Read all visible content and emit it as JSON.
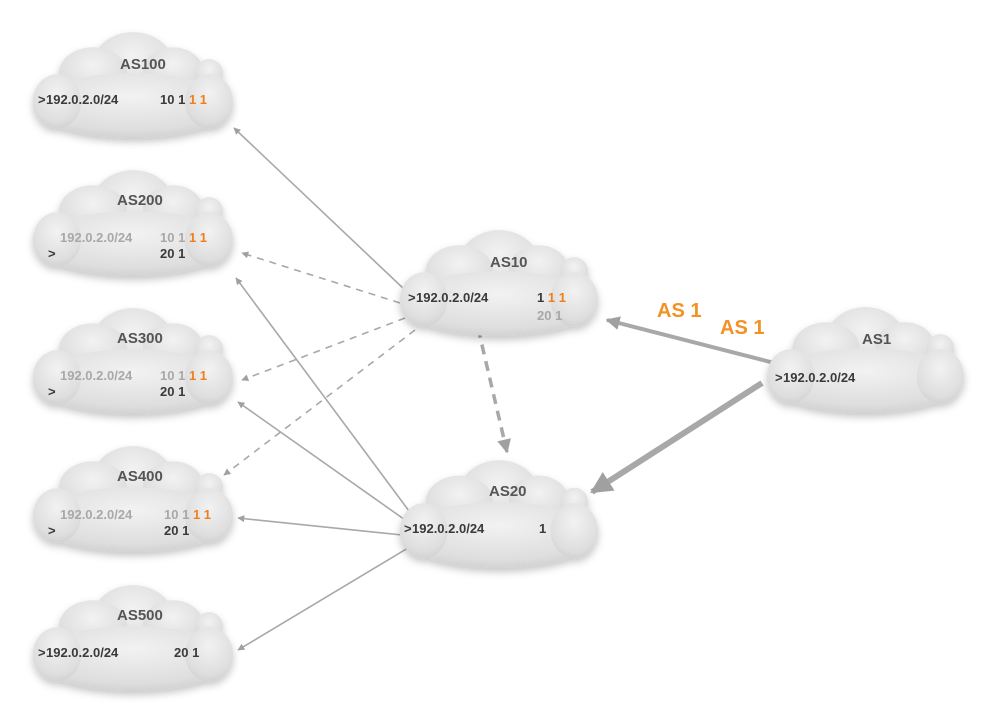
{
  "colors": {
    "accent": "#f39224",
    "path_highlight": "#f07f1a",
    "arrow": "#a0a0a0",
    "cloud": "#dcdcdc",
    "text": "#3a3a3a",
    "text_dim": "#a8a8a8"
  },
  "labels": {
    "prepend_1": "AS 1",
    "prepend_2": "AS 1"
  },
  "clouds": {
    "as100": {
      "name": "AS100",
      "rows": [
        {
          "marker": ">",
          "prefix": "192.0.2.0/24",
          "path_plain": "10 1",
          "path_hi": "1 1",
          "dim": false
        }
      ]
    },
    "as200": {
      "name": "AS200",
      "rows": [
        {
          "marker": "",
          "prefix": "192.0.2.0/24",
          "path_plain": "10 1",
          "path_hi": "1 1",
          "dim": true
        },
        {
          "marker": ">",
          "prefix": "",
          "path_plain": "20 1",
          "path_hi": "",
          "dim": false
        }
      ]
    },
    "as300": {
      "name": "AS300",
      "rows": [
        {
          "marker": "",
          "prefix": "192.0.2.0/24",
          "path_plain": "10 1",
          "path_hi": "1 1",
          "dim": true
        },
        {
          "marker": ">",
          "prefix": "",
          "path_plain": "20 1",
          "path_hi": "",
          "dim": false
        }
      ]
    },
    "as400": {
      "name": "AS400",
      "rows": [
        {
          "marker": "",
          "prefix": "192.0.2.0/24",
          "path_plain": "10 1",
          "path_hi": "1 1",
          "dim": true
        },
        {
          "marker": ">",
          "prefix": "",
          "path_plain": "20 1",
          "path_hi": "",
          "dim": false
        }
      ]
    },
    "as500": {
      "name": "AS500",
      "rows": [
        {
          "marker": ">",
          "prefix": "192.0.2.0/24",
          "path_plain": "20 1",
          "path_hi": "",
          "dim": false
        }
      ]
    },
    "as10": {
      "name": "AS10",
      "rows": [
        {
          "marker": ">",
          "prefix": "192.0.2.0/24",
          "path_plain": "1",
          "path_hi": "1 1",
          "dim": false
        },
        {
          "marker": "",
          "prefix": "",
          "path_plain": "20 1",
          "path_hi": "",
          "dim": true
        }
      ]
    },
    "as20": {
      "name": "AS20",
      "rows": [
        {
          "marker": ">",
          "prefix": "192.0.2.0/24",
          "path_plain": "1",
          "path_hi": "",
          "dim": false
        }
      ]
    },
    "as1": {
      "name": "AS1",
      "rows": [
        {
          "marker": ">",
          "prefix": "192.0.2.0/24",
          "path_plain": "",
          "path_hi": "",
          "dim": false
        }
      ]
    }
  }
}
